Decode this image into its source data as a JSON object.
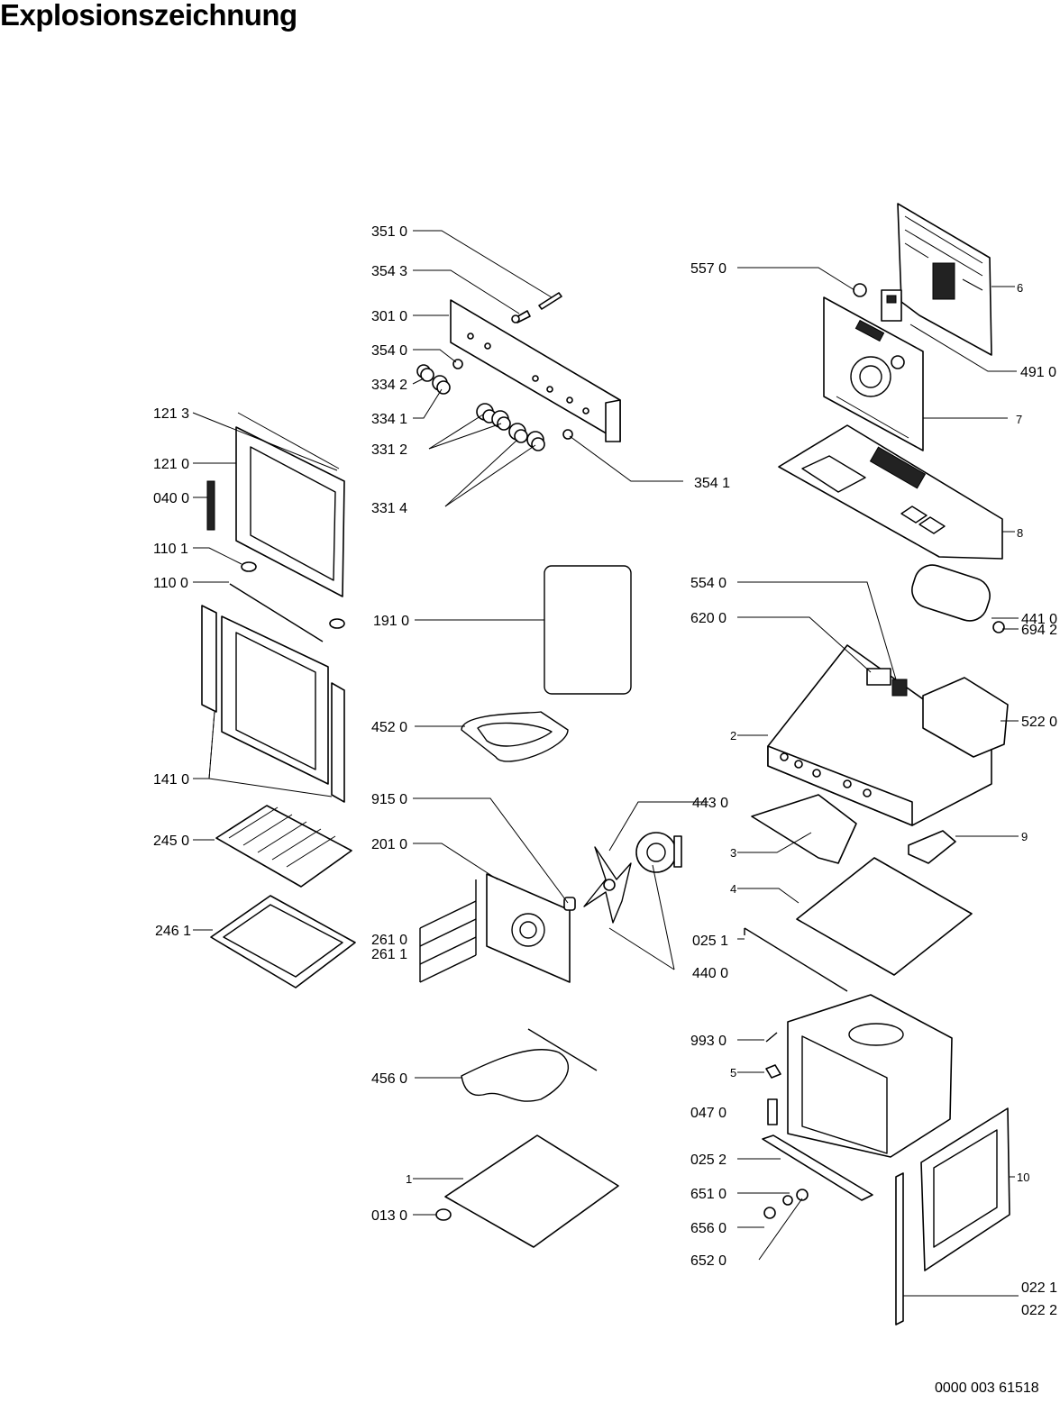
{
  "title": "Explosionszeichnung",
  "document_number": "0000 003 61518",
  "labels": [
    {
      "id": "l3510",
      "text": "351 0"
    },
    {
      "id": "l3543",
      "text": "354 3"
    },
    {
      "id": "l3010",
      "text": "301 0"
    },
    {
      "id": "l3540",
      "text": "354 0"
    },
    {
      "id": "l3342",
      "text": "334 2"
    },
    {
      "id": "l3341",
      "text": "334 1"
    },
    {
      "id": "l3312",
      "text": "331 2"
    },
    {
      "id": "l3314",
      "text": "331 4"
    },
    {
      "id": "l3541",
      "text": "354 1"
    },
    {
      "id": "l5570",
      "text": "557 0"
    },
    {
      "id": "l6",
      "text": "6"
    },
    {
      "id": "l4910",
      "text": "491 0"
    },
    {
      "id": "l7",
      "text": "7"
    },
    {
      "id": "l8",
      "text": "8"
    },
    {
      "id": "l1213",
      "text": "121 3"
    },
    {
      "id": "l1210",
      "text": "121 0"
    },
    {
      "id": "l0400",
      "text": "040 0"
    },
    {
      "id": "l1101",
      "text": "110 1"
    },
    {
      "id": "l1100",
      "text": "110 0"
    },
    {
      "id": "l1910",
      "text": "191 0"
    },
    {
      "id": "l5540",
      "text": "554 0"
    },
    {
      "id": "l6200",
      "text": "620 0"
    },
    {
      "id": "l4410",
      "text": "441 0"
    },
    {
      "id": "l6942",
      "text": "694 2"
    },
    {
      "id": "l2",
      "text": "2"
    },
    {
      "id": "l5220",
      "text": "522 0"
    },
    {
      "id": "l4520",
      "text": "452 0"
    },
    {
      "id": "l1410",
      "text": "141 0"
    },
    {
      "id": "l9150",
      "text": "915 0"
    },
    {
      "id": "l4430",
      "text": "443 0"
    },
    {
      "id": "l3",
      "text": "3"
    },
    {
      "id": "l9",
      "text": "9"
    },
    {
      "id": "l2450",
      "text": "245 0"
    },
    {
      "id": "l2010",
      "text": "201 0"
    },
    {
      "id": "l4",
      "text": "4"
    },
    {
      "id": "l2461",
      "text": "246 1"
    },
    {
      "id": "l2610",
      "text": "261 0"
    },
    {
      "id": "l2611",
      "text": "261 1"
    },
    {
      "id": "l0251",
      "text": "025 1"
    },
    {
      "id": "l4400",
      "text": "440 0"
    },
    {
      "id": "l9930",
      "text": "993 0"
    },
    {
      "id": "l5",
      "text": "5"
    },
    {
      "id": "l4560",
      "text": "456 0"
    },
    {
      "id": "l0470",
      "text": "047 0"
    },
    {
      "id": "l0252",
      "text": "025 2"
    },
    {
      "id": "l1",
      "text": "1"
    },
    {
      "id": "l10",
      "text": "10"
    },
    {
      "id": "l6510",
      "text": "651 0"
    },
    {
      "id": "l0130",
      "text": "013 0"
    },
    {
      "id": "l6560",
      "text": "656 0"
    },
    {
      "id": "l6520",
      "text": "652 0"
    },
    {
      "id": "l0221",
      "text": "022 1"
    },
    {
      "id": "l0222",
      "text": "022 2"
    }
  ]
}
